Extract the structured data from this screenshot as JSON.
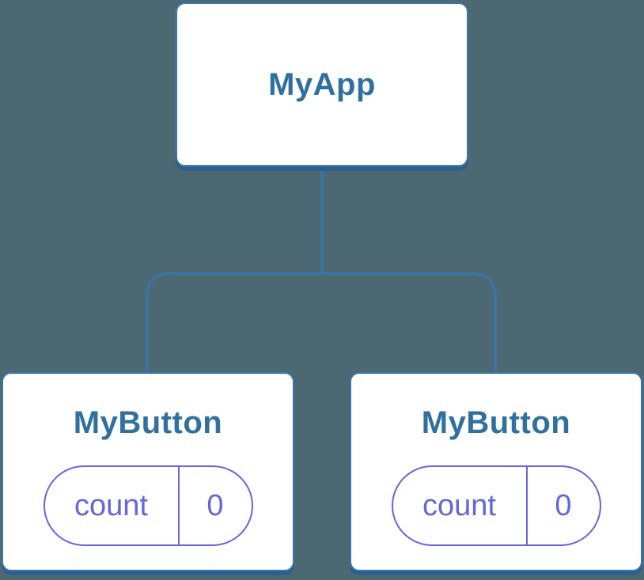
{
  "diagram": {
    "background_color": "#4c6973",
    "node_fill_color": "#ffffff",
    "node_border_color": "#3776ad",
    "node_shadow_color": "#2d5e8c",
    "node_label_color": "#30709f",
    "connector_color": "#3776ad",
    "state_accent_color": "#6466de",
    "root": {
      "label": "MyApp"
    },
    "children": [
      {
        "label": "MyButton",
        "state": {
          "key": "count",
          "value": "0"
        }
      },
      {
        "label": "MyButton",
        "state": {
          "key": "count",
          "value": "0"
        }
      }
    ]
  }
}
